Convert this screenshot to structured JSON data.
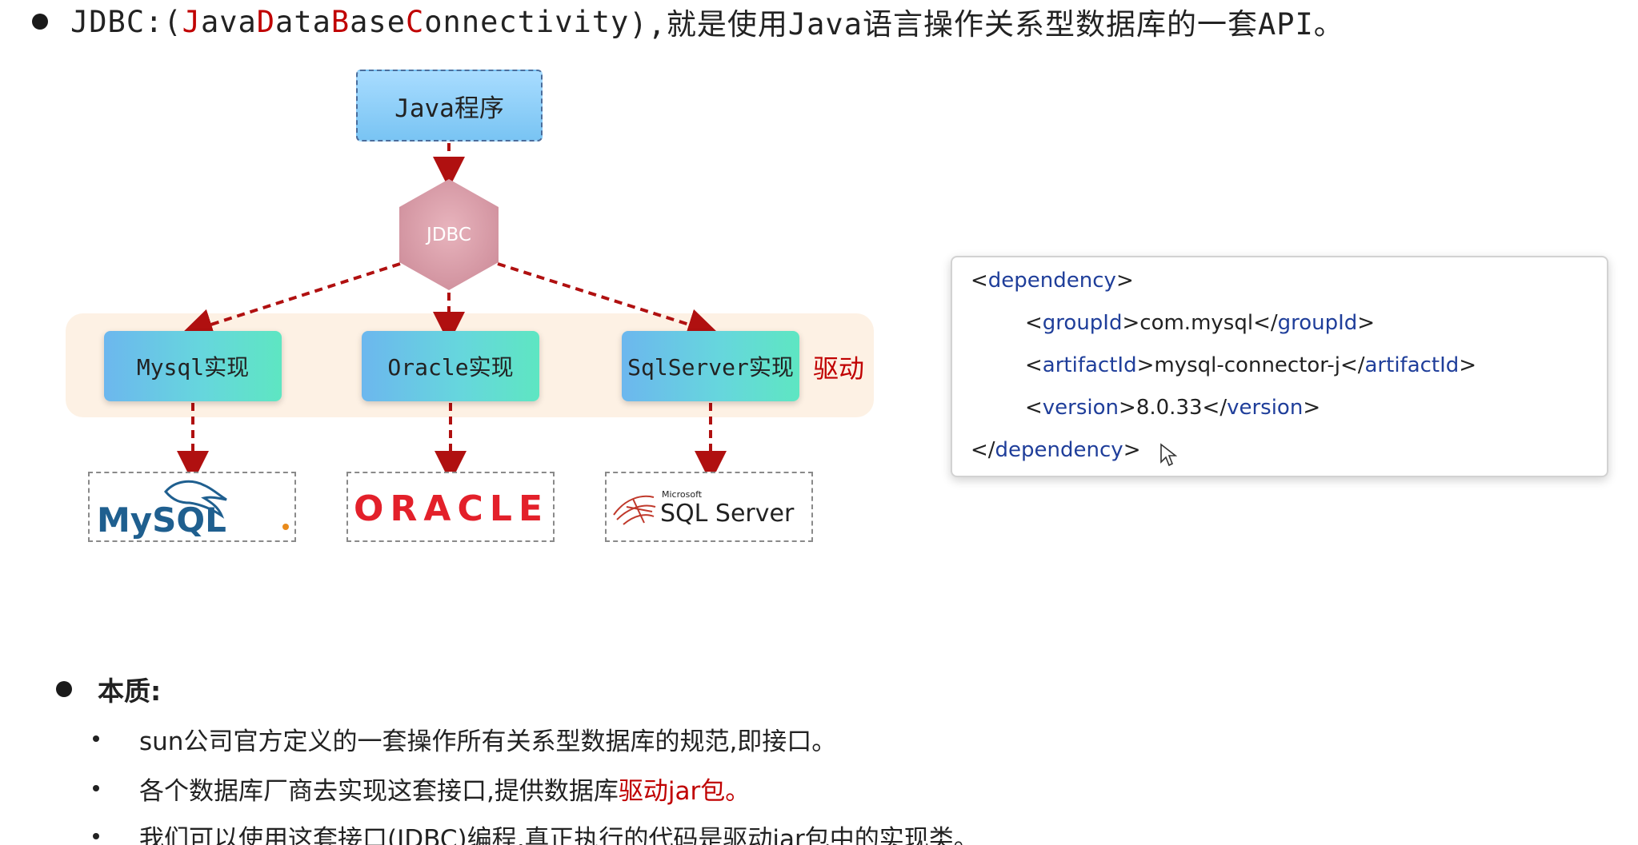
{
  "headline": {
    "prefix": "JDBC:(",
    "j": "J",
    "ava": "ava ",
    "d": "D",
    "ata": "ata",
    "b": "B",
    "ase": "ase ",
    "c": "C",
    "onnectivity": "onnectivity",
    "suffix": "),就是使用Java语言操作关系型数据库的一套API。"
  },
  "diagram": {
    "java_program": "Java程序",
    "jdbc": "JDBC",
    "implementations": [
      "Mysql实现",
      "Oracle实现",
      "SqlServer实现"
    ],
    "driver_label": "驱动",
    "logos": {
      "mysql": "MySQL",
      "oracle": "ORACLE",
      "sqlserver_small": "Microsoft",
      "sqlserver": "SQL Server"
    },
    "colors": {
      "arrow": "#b01010",
      "driver_text": "#c00000"
    }
  },
  "code": {
    "lines": [
      {
        "open": "<",
        "tag": "dependency",
        "close": ">",
        "text": "",
        "end_open": "",
        "end_tag": "",
        "end_close": ""
      },
      {
        "open": "<",
        "tag": "groupId",
        "close": ">",
        "text": "com.mysql",
        "end_open": "</",
        "end_tag": "groupId",
        "end_close": ">"
      },
      {
        "open": "<",
        "tag": "artifactId",
        "close": ">",
        "text": "mysql-connector-j",
        "end_open": "</",
        "end_tag": "artifactId",
        "end_close": ">"
      },
      {
        "open": "<",
        "tag": "version",
        "close": ">",
        "text": "8.0.33",
        "end_open": "</",
        "end_tag": "version",
        "end_close": ">"
      },
      {
        "open": "</",
        "tag": "dependency",
        "close": ">",
        "text": "",
        "end_open": "",
        "end_tag": "",
        "end_close": ""
      }
    ]
  },
  "essence": {
    "title": "本质:",
    "bullets": [
      {
        "before": "sun公司官方定义的一套操作所有关系型数据库的规范,即接口。",
        "highlight": "",
        "after": ""
      },
      {
        "before": "各个数据库厂商去实现这套接口,提供数据库",
        "highlight": "驱动jar包。",
        "after": ""
      },
      {
        "before": "我们可以使用这套接口(JDBC)编程,真正执行的代码是驱动jar包中的实现类。",
        "highlight": "",
        "after": ""
      }
    ]
  }
}
